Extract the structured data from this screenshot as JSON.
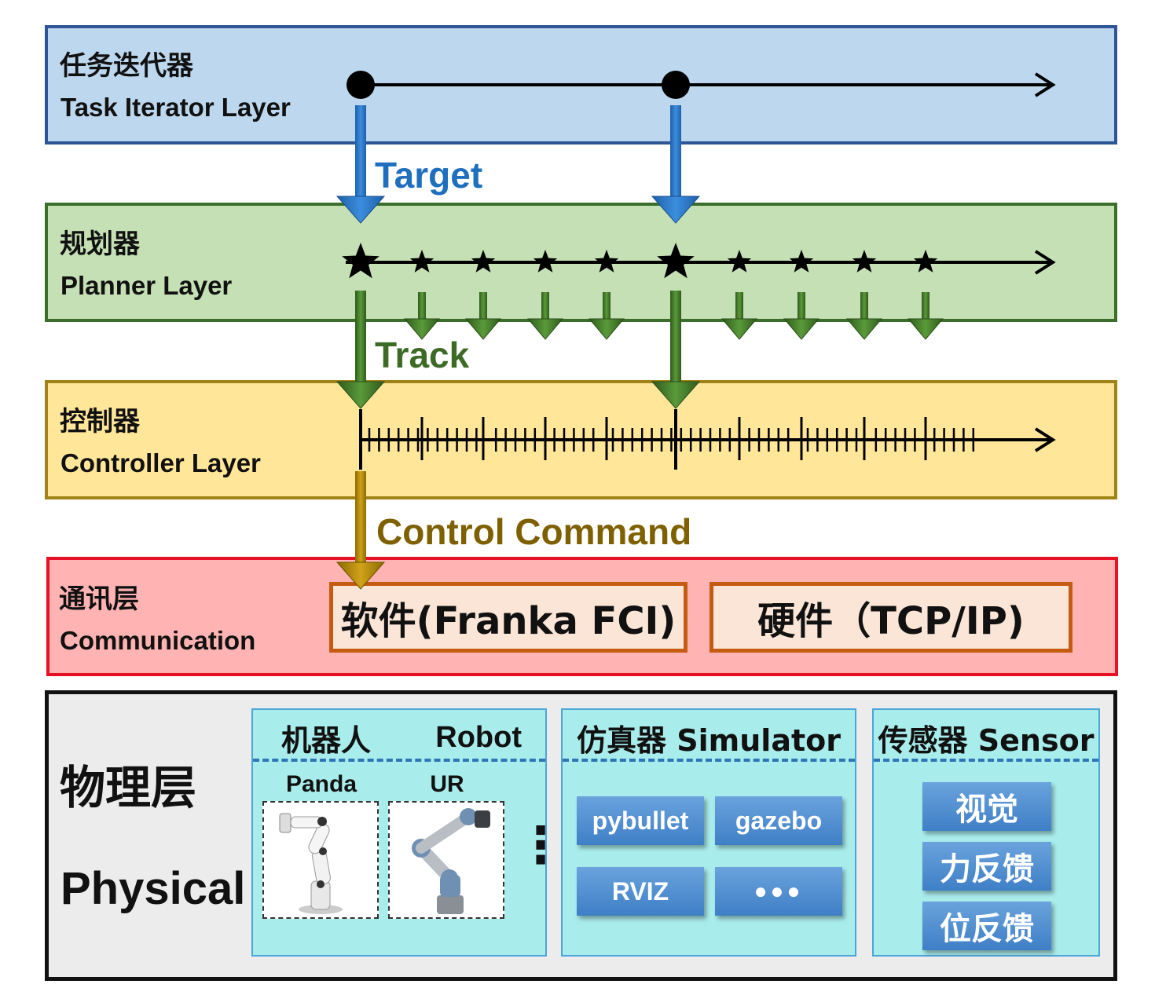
{
  "layers": {
    "task": {
      "zh": "任务迭代器",
      "en": "Task Iterator Layer"
    },
    "planner": {
      "zh": "规划器",
      "en": "Planner Layer"
    },
    "controller": {
      "zh": "控制器",
      "en": "Controller Layer"
    },
    "communication": {
      "zh": "通讯层",
      "en": "Communication"
    },
    "physical": {
      "zh": "物理层",
      "en": "Physical"
    }
  },
  "flows": {
    "target": "Target",
    "track": "Track",
    "command": "Control Command"
  },
  "communication_boxes": {
    "software": "软件(Franka FCI)",
    "hardware": "硬件（TCP/IP)"
  },
  "physical": {
    "robot": {
      "title_zh": "机器人",
      "title_en": "Robot",
      "items": [
        "Panda",
        "UR"
      ],
      "more": "⋮"
    },
    "simulator": {
      "title": "仿真器 Simulator",
      "items": [
        "pybullet",
        "gazebo",
        "RVIZ",
        "●●●"
      ]
    },
    "sensor": {
      "title": "传感器 Sensor",
      "items": [
        "视觉",
        "力反馈",
        "位反馈"
      ]
    }
  },
  "colors": {
    "task_bg": "#bdd7ee",
    "task_border": "#2f5597",
    "planner_bg": "#c5e0b4",
    "planner_border": "#3a6e2a",
    "controller_bg": "#ffe699",
    "controller_border": "#a08316",
    "comm_bg": "#ffb3b3",
    "comm_border": "#e81123",
    "physical_bg": "#ececec",
    "physical_border": "#111111",
    "target_color": "#1f6fbf",
    "track_color": "#3d6b26",
    "command_color": "#7f6000"
  }
}
